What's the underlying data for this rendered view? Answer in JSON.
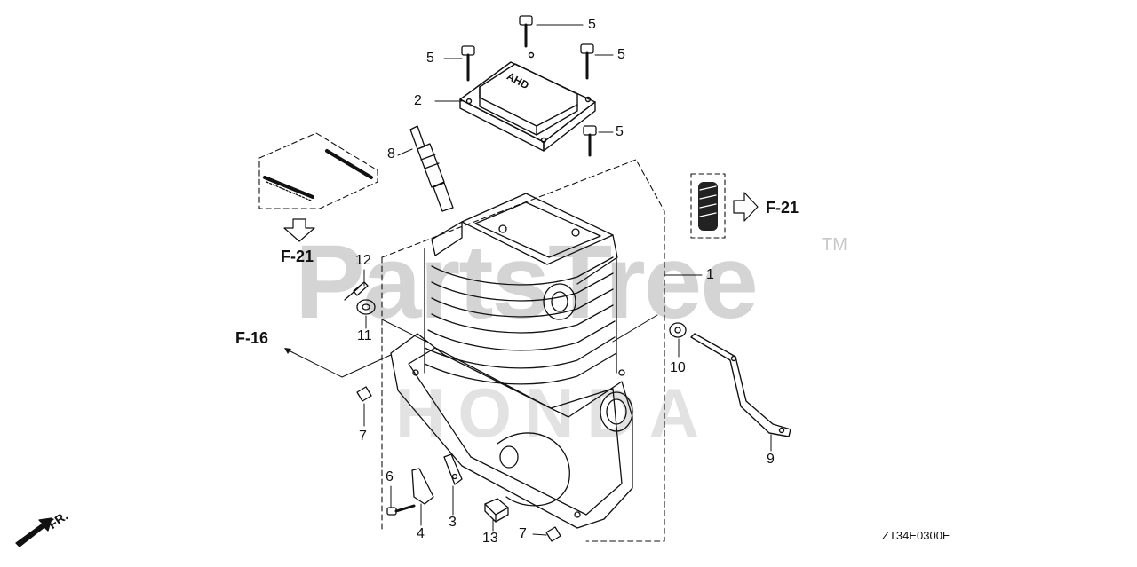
{
  "watermark": {
    "brand": "PartsTree",
    "trademark": "TM",
    "maker": "HONDA"
  },
  "diagram_code": "ZT34E0300E",
  "front_indicator": "FR.",
  "references": {
    "f21_left": "F-21",
    "f21_right": "F-21",
    "f16": "F-16"
  },
  "callouts": {
    "c1": "1",
    "c2": "2",
    "c3": "3",
    "c4": "4",
    "c5a": "5",
    "c5b": "5",
    "c5c": "5",
    "c5d": "5",
    "c6": "6",
    "c7a": "7",
    "c7b": "7",
    "c8": "8",
    "c9": "9",
    "c10": "10",
    "c11": "11",
    "c12": "12",
    "c13": "13"
  },
  "cover_emblem": "AHD"
}
